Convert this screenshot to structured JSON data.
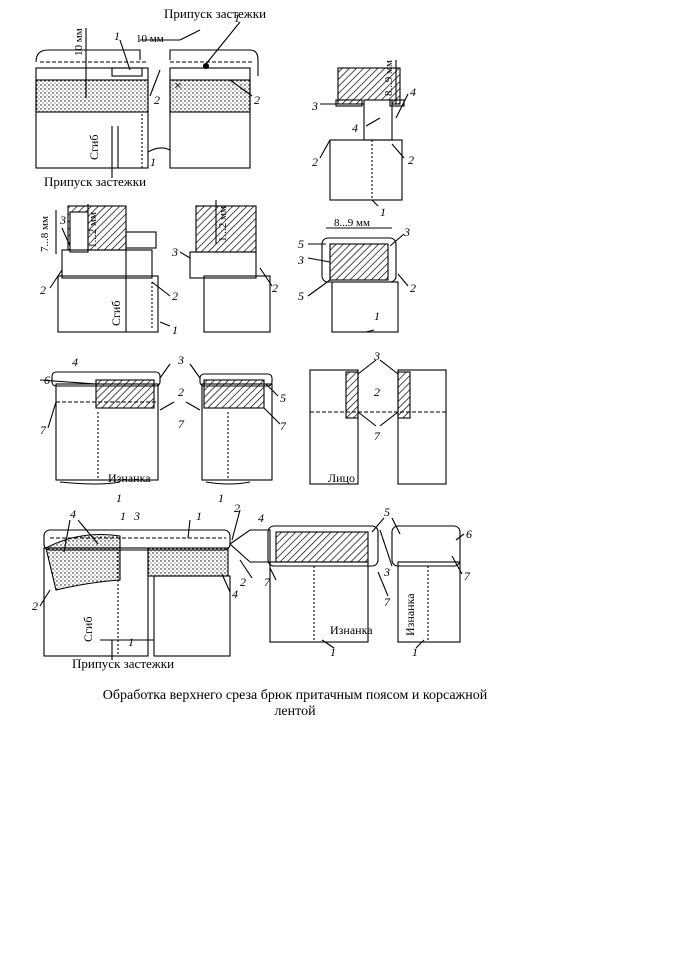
{
  "caption": {
    "line1": "Обработка верхнего среза брюк притачным поясом и корсажной",
    "line2": "лентой"
  },
  "labels": {
    "clasp_allowance": "Припуск застежки",
    "fold": "Сгиб",
    "wrong_side": "Изнанка",
    "right_side": "Лицо",
    "mm10": "10 мм",
    "mm8_9": "8...9 мм",
    "mm7_8": "7...8 мм",
    "mm1_2": "1...2 мм"
  },
  "numbers": {
    "n1": "1",
    "n2": "2",
    "n3": "3",
    "n4": "4",
    "n5": "5",
    "n6": "6",
    "n7": "7"
  },
  "marks": {
    "cross": "×"
  }
}
